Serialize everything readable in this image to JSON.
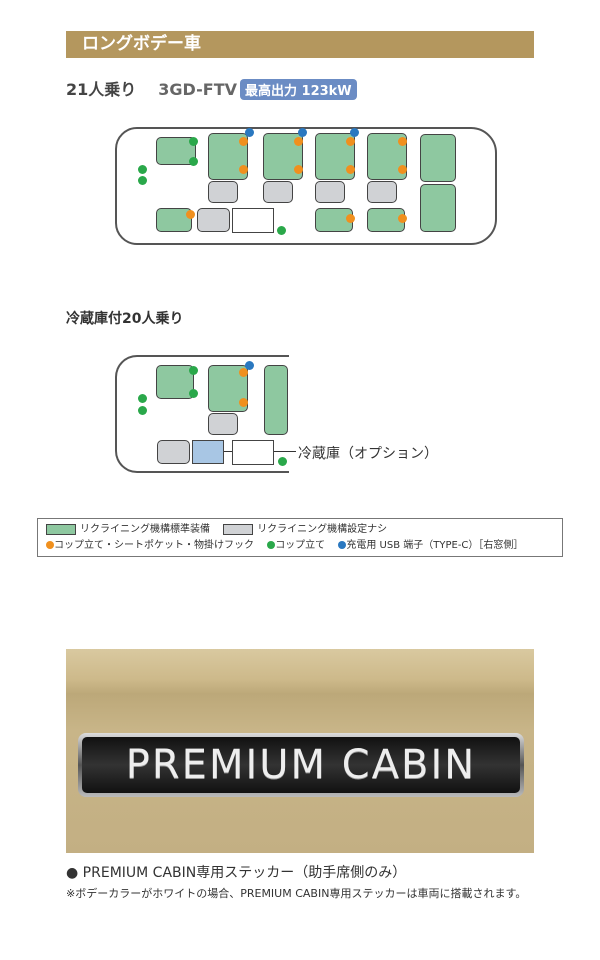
{
  "header": {
    "title": "ロングボデー車"
  },
  "config1": {
    "seats": "21人乗り",
    "model": "3GD-FTV",
    "power_badge": "最高出力 123kW"
  },
  "config2": {
    "title": "冷蔵庫付20人乗り",
    "fridge_label": "冷蔵庫（オプション）"
  },
  "legend": {
    "green": "リクライニング機構標準装備",
    "gray": "リクライニング機構設定ナシ",
    "orange_dot": "コップ立て・シートポケット・物掛けフック",
    "green_dot": "コップ立て",
    "blue_dot": "充電用 USB 端子（TYPE-C）［右窓側］"
  },
  "colors": {
    "header": "#b4975e",
    "seat_green": "#8ec8a0",
    "seat_gray": "#d0d2d5",
    "orange": "#f0901e",
    "green": "#2aa84a",
    "blue": "#2a78c0",
    "badge": "#6b8cc4"
  },
  "photo": {
    "emblem": "PREMIUM CABIN"
  },
  "caption": {
    "bullet": "●",
    "text": "PREMIUM CABIN専用ステッカー（助手席側のみ）",
    "note": "※ボデーカラーがホワイトの場合、PREMIUM CABIN専用ステッカーは車両に搭載されます。"
  }
}
